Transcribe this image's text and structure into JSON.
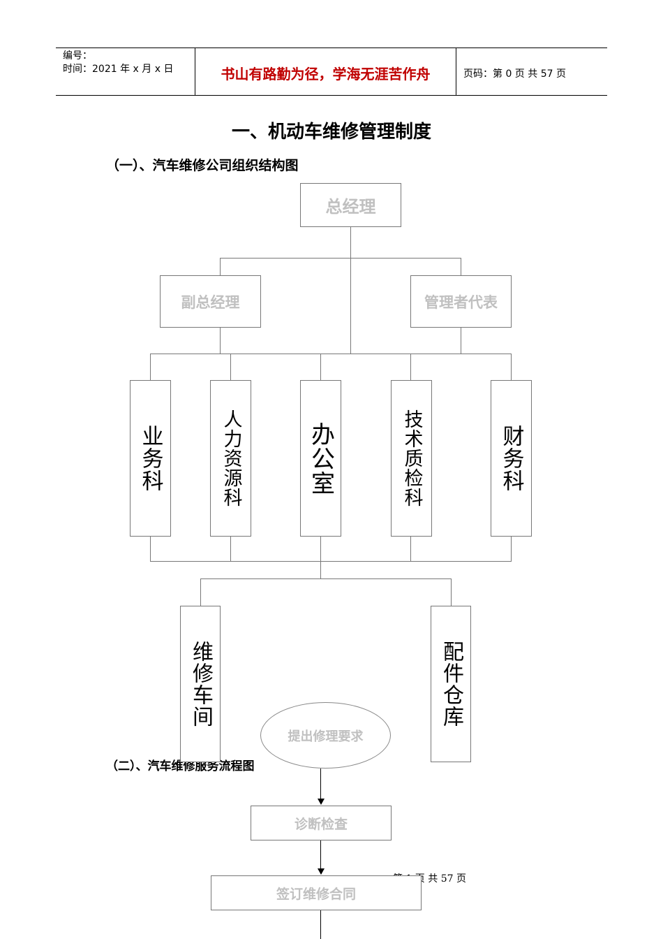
{
  "header": {
    "serial_label": "编号：",
    "time_label": "时间：2021 年 x 月 x 日",
    "motto": "书山有路勤为径，学海无涯苦作舟",
    "page_info": "页码：第 0 页  共 57 页"
  },
  "title": "一、机动车维修管理制度",
  "section1": {
    "heading": "（一）、汽车维修公司组织结构图",
    "general_manager": "总经理",
    "deputy_manager": "副总经理",
    "management_rep": "管理者代表",
    "departments": [
      "业务科",
      "人力资源科",
      "办公室",
      "技术质检科",
      "财务科"
    ],
    "workshop": "维修车间",
    "warehouse": "配件仓库"
  },
  "section2": {
    "heading": "（二）、汽车维修服务流程图",
    "steps": [
      "提出修理要求",
      "诊断检查",
      "签订维修合同"
    ]
  },
  "footer": "第 1 页 共 57 页"
}
